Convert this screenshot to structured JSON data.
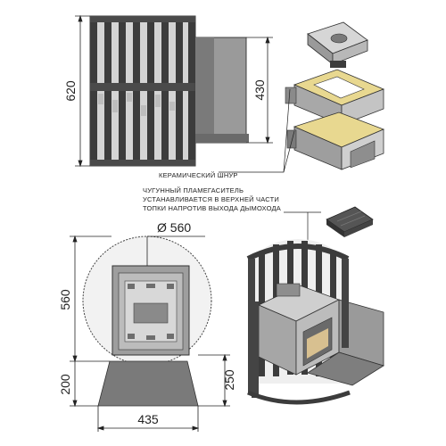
{
  "dimensions": {
    "front_height": "620",
    "chimney_height": "430",
    "diameter": "Ø 560",
    "body_height": "560",
    "base_height": "200",
    "channel_height": "250",
    "base_width": "435"
  },
  "annotations": {
    "ceramic_cord": "КЕРАМИЧЕСКИЙ ШНУР",
    "flame_spreader_line1": "ЧУГУННЫЙ ПЛАМЕГАСИТЕЛЬ",
    "flame_spreader_line2": "УСТАНАВЛИВАЕТСЯ В ВЕРХНЕЙ ЧАСТИ",
    "flame_spreader_line3": "ТОПКИ НАПРОТИВ ВЫХОДА ДЫМОХОДА"
  },
  "colors": {
    "metal_dark": "#3c3c3c",
    "metal_mid": "#8a8a8a",
    "metal_light": "#c8c8c8",
    "stone_fill": "#e6e6e6",
    "cord_yellow": "#e8d890",
    "line": "#222222"
  }
}
